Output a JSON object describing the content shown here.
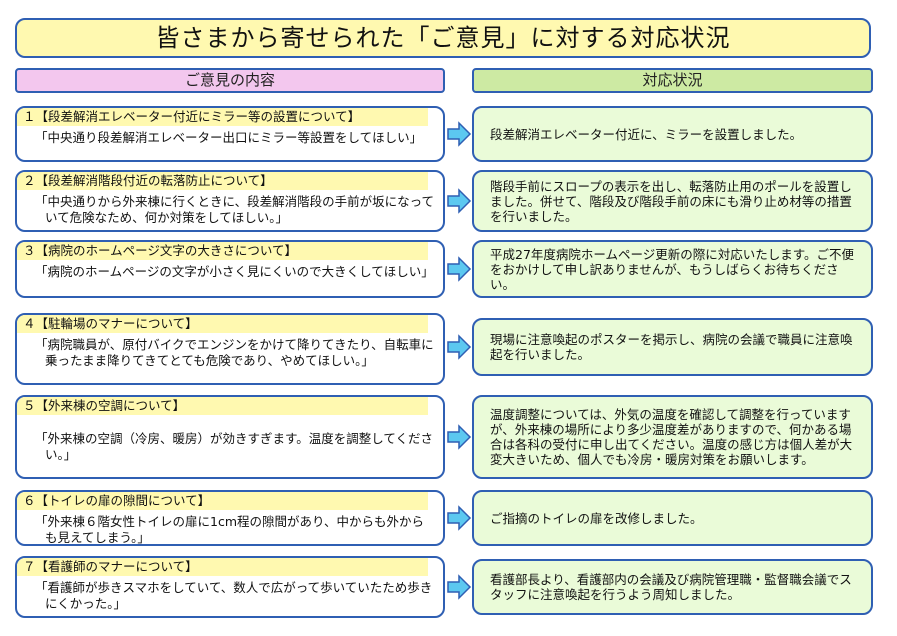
{
  "title": "皆さまから寄せられた「ご意見」に対する対応状況",
  "headers": {
    "opinion": "ご意見の内容",
    "response": "対応状況"
  },
  "items": [
    {
      "num_title": "１【段差解消エレベーター付近にミラー等の設置について】",
      "body": "「中央通り段差解消エレベーター出口にミラー等設置をしてほしい」",
      "response": "段差解消エレベーター付近に、ミラーを設置しました。"
    },
    {
      "num_title": "２【段差解消階段付近の転落防止について】",
      "body": "「中央通りから外来棟に行くときに、段差解消階段の手前が坂になっていて危険なため、何か対策をしてほしい。」",
      "response": "階段手前にスロープの表示を出し、転落防止用のポールを設置しました。併せて、階段及び階段手前の床にも滑り止め材等の措置を行いました。"
    },
    {
      "num_title": "３【病院のホームページ文字の大きさについて】",
      "body": "「病院のホームページの文字が小さく見にくいので大きくしてほしい」",
      "response": "平成27年度病院ホームページ更新の際に対応いたします。ご不便をおかけして申し訳ありませんが、もうしばらくお待ちください。"
    },
    {
      "num_title": "４【駐輪場のマナーについて】",
      "body": "「病院職員が、原付バイクでエンジンをかけて降りてきたり、自転車に乗ったまま降りてきてとても危険であり、やめてほしい。」",
      "response": "現場に注意喚起のポスターを掲示し、病院の会議で職員に注意喚起を行いました。"
    },
    {
      "num_title": "５【外来棟の空調について】",
      "body": "「外来棟の空調（冷房、暖房）が効きすぎます。温度を調整してください。」",
      "response": "温度調整については、外気の温度を確認して調整を行っていますが、外来棟の場所により多少温度差がありますので、何かある場合は各科の受付に申し出てください。温度の感じ方は個人差が大変大きいため、個人でも冷房・暖房対策をお願いします。"
    },
    {
      "num_title": "６【トイレの扉の隙間について】",
      "body": "「外来棟６階女性トイレの扉に1cm程の隙間があり、中からも外からも見えてしまう。」",
      "response": "ご指摘のトイレの扉を改修しました。"
    },
    {
      "num_title": "７【看護師のマナーについて】",
      "body": "「看護師が歩きスマホをしていて、数人で広がって歩いていたため歩きにくかった。」",
      "response": "看護部長より、看護部内の会議及び病院管理職・監督職会議でスタッフに注意喚起を行うよう周知しました。"
    }
  ]
}
